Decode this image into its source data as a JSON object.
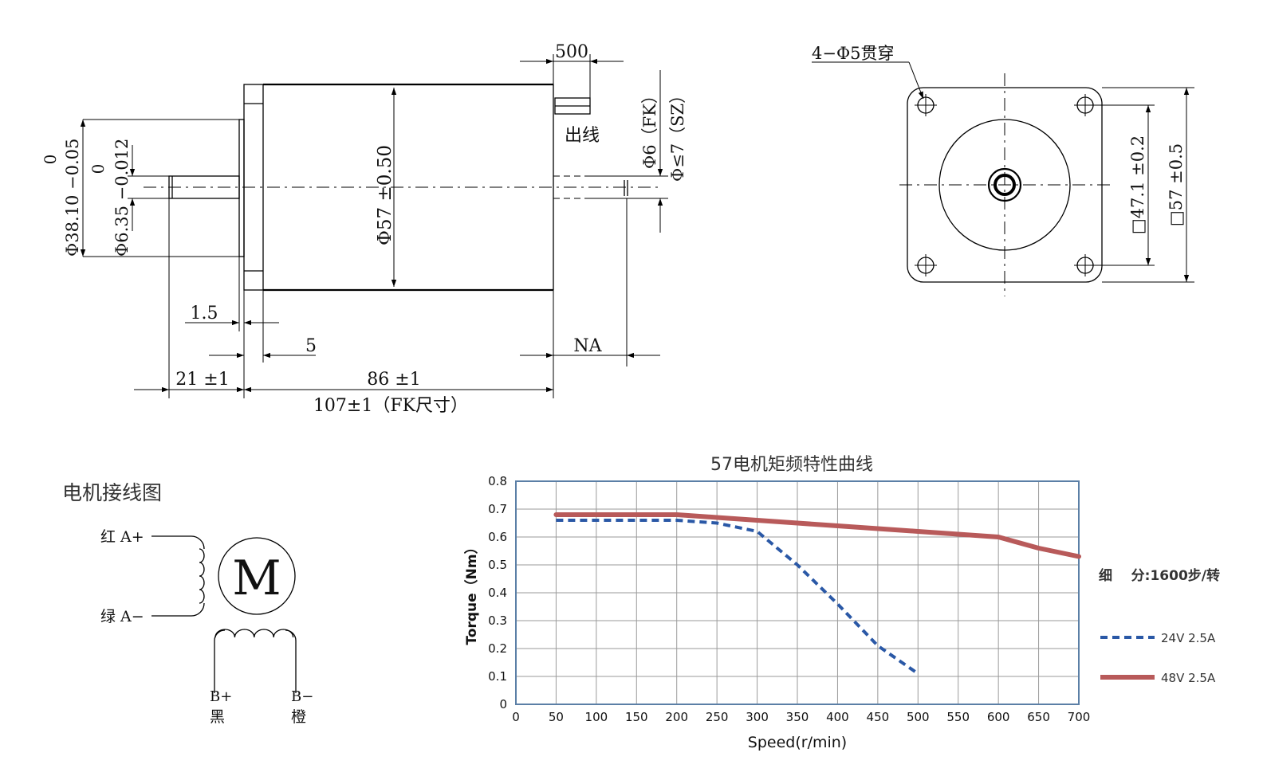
{
  "side_view": {
    "dim_500": "500",
    "outlet_label": "出线",
    "shaft_fk": "Φ6（FK）",
    "shaft_sz": "Φ≤7（SZ）",
    "body_dia": "Φ57 ±0.50",
    "flange_tol_top": "0",
    "flange_dia": "Φ38.10 −0.05",
    "shaft_tol_top": "0",
    "shaft_dia": "Φ6.35 −0.012",
    "dim_1_5": "1.5",
    "dim_5": "5",
    "dim_na": "NA",
    "dim_21": "21 ±1",
    "dim_86": "86 ±1",
    "dim_107": "107±1（FK尺寸）"
  },
  "front_view": {
    "holes": "4−Φ5贯穿",
    "hole_spacing": "□47.1 ±0.2",
    "square": "□57 ±0.5"
  },
  "wiring": {
    "title": "电机接线图",
    "a_plus": "红 A+",
    "a_minus": "绿 A−",
    "motor_symbol": "M",
    "b_plus": "B+",
    "b_plus_color": "黑",
    "b_minus": "B−",
    "b_minus_color": "橙"
  },
  "chart_data": {
    "type": "line",
    "title": "57电机矩频特性曲线",
    "xlabel": "Speed(r/min)",
    "ylabel": "Torque（Nm）",
    "xlim": [
      0,
      700
    ],
    "ylim": [
      0,
      0.8
    ],
    "x_ticks": [
      0,
      50,
      100,
      150,
      200,
      250,
      300,
      350,
      400,
      450,
      500,
      550,
      600,
      650,
      700
    ],
    "y_ticks": [
      0,
      0.1,
      0.2,
      0.3,
      0.4,
      0.5,
      0.6,
      0.7,
      0.8
    ],
    "grid": true,
    "legend_position": "right",
    "microstep_note": "细    分:1600步/转",
    "series": [
      {
        "name": "24V 2.5A",
        "style": "dashed",
        "color": "#2a58a6",
        "x": [
          50,
          100,
          150,
          200,
          250,
          300,
          350,
          400,
          450,
          500
        ],
        "y": [
          0.66,
          0.66,
          0.66,
          0.66,
          0.65,
          0.62,
          0.5,
          0.36,
          0.21,
          0.11
        ]
      },
      {
        "name": "48V 2.5A",
        "style": "solid",
        "color": "#b85a5a",
        "x": [
          50,
          100,
          150,
          200,
          250,
          300,
          350,
          400,
          450,
          500,
          550,
          600,
          650,
          700
        ],
        "y": [
          0.68,
          0.68,
          0.68,
          0.68,
          0.67,
          0.66,
          0.65,
          0.64,
          0.63,
          0.62,
          0.61,
          0.6,
          0.56,
          0.53
        ]
      }
    ]
  }
}
